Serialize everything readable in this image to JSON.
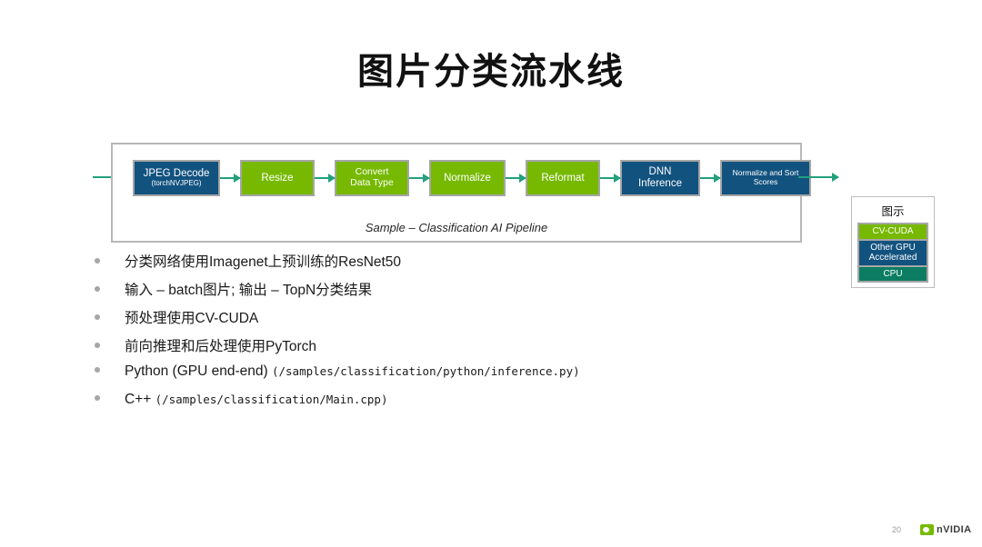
{
  "slide": {
    "title": "图片分类流水线",
    "page_number": "20"
  },
  "colors": {
    "cv_cuda_green": "#76b900",
    "other_gpu_blue": "#12527f",
    "cpu_teal": "#0c7d63",
    "arrow_teal": "#23a07e",
    "frame_gray": "#b7b7b7"
  },
  "pipeline": {
    "caption": "Sample – Classification AI Pipeline",
    "stages": [
      {
        "line1": "JPEG Decode",
        "line2": "(torchNVJPEG)",
        "color": "blue"
      },
      {
        "line1": "Resize",
        "line2": "",
        "color": "green"
      },
      {
        "line1": "Convert",
        "line2": "Data Type",
        "color": "green"
      },
      {
        "line1": "Normalize",
        "line2": "",
        "color": "green"
      },
      {
        "line1": "Reformat",
        "line2": "",
        "color": "green"
      },
      {
        "line1": "DNN",
        "line2": "Inference",
        "color": "blue"
      },
      {
        "line1": "Normalize and Sort",
        "line2": "Scores",
        "color": "blue"
      }
    ]
  },
  "legend": {
    "title": "图示",
    "items": [
      {
        "label": "CV-CUDA",
        "color": "green"
      },
      {
        "label": "Other GPU Accelerated",
        "line1": "Other GPU",
        "line2": "Accelerated",
        "color": "blue"
      },
      {
        "label": "CPU",
        "color": "teal"
      }
    ]
  },
  "bullets": [
    {
      "text": "分类网络使用Imagenet上预训练的ResNet50",
      "code": ""
    },
    {
      "text": "输入 – batch图片; 输出 – TopN分类结果",
      "code": ""
    },
    {
      "text": "预处理使用CV-CUDA",
      "code": ""
    },
    {
      "text": "前向推理和后处理使用PyTorch",
      "code": ""
    },
    {
      "text": "Python (GPU end-end) ",
      "code": "(/samples/classification/python/inference.py)"
    },
    {
      "text": "C++ ",
      "code": "(/samples/classification/Main.cpp)"
    }
  ],
  "footer": {
    "logo_text": "nVIDIA"
  }
}
